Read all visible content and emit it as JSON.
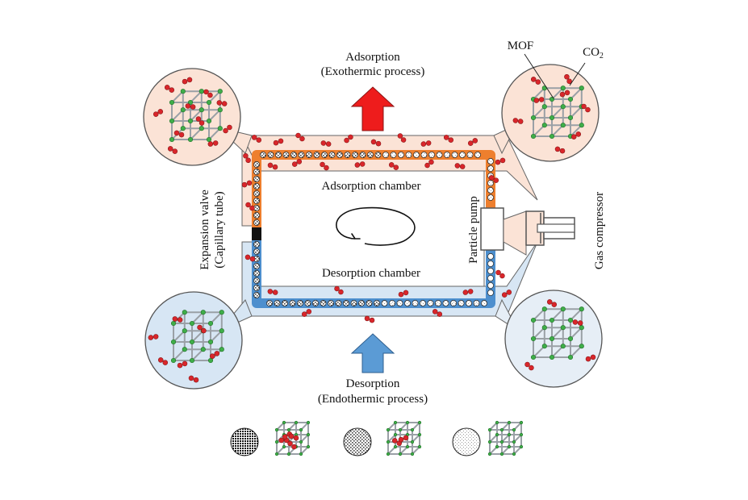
{
  "labels": {
    "adsorption_title": "Adsorption",
    "adsorption_sub": "(Exothermic process)",
    "desorption_title": "Desorption",
    "desorption_sub": "(Endothermic process)",
    "adsorption_chamber": "Adsorption chamber",
    "desorption_chamber": "Desorption chamber",
    "expansion_valve": "Expansion valve",
    "capillary_tube": "(Capillary tube)",
    "particle_pump": "Particle pump",
    "gas_compressor": "Gas compressor",
    "mof": "MOF",
    "co2_main": "CO",
    "co2_sub": "2"
  },
  "colors": {
    "hot_band": "#fbe3d6",
    "hot_stream": "#ee7f2e",
    "cold_band": "#d7e6f4",
    "cold_stream": "#4d8fce",
    "heat_arrow": "#ee1c1c",
    "cool_arrow": "#5b9bd5",
    "co2_molecule": "#d9262b",
    "mof_node": "#3fae49",
    "mof_frame": "#9aa0a6"
  },
  "icons": {
    "hot_arrow": "up-arrow-icon",
    "cold_arrow": "up-arrow-icon",
    "cycle": "clockwise-cycle-arrow-icon"
  }
}
